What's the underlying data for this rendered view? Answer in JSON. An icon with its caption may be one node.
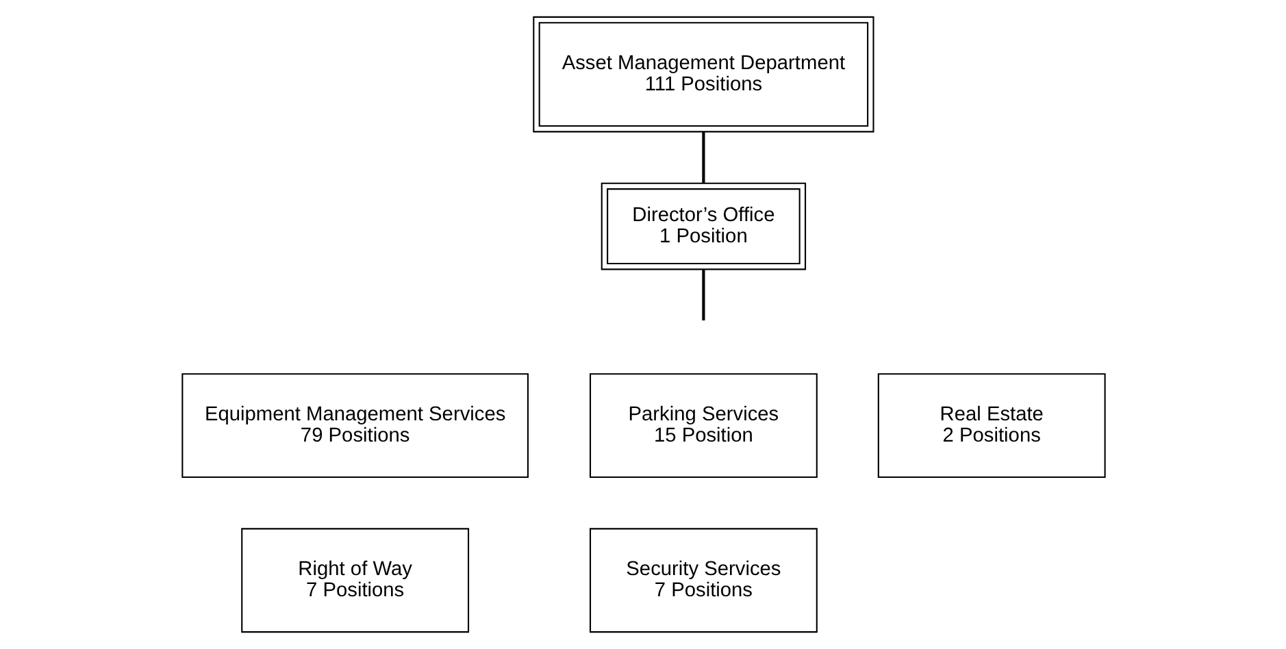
{
  "diagram": {
    "nodes": [
      {
        "text": [
          "Asset Management Department",
          "111 Positions"
        ]
      },
      {
        "text": [
          "Director’s Office",
          "1 Position"
        ]
      },
      {
        "text": [
          "Equipment Management Services",
          "79 Positions"
        ]
      },
      {
        "text": [
          "Parking Services",
          "15 Position"
        ]
      },
      {
        "text": [
          "Real Estate",
          "2 Positions"
        ]
      },
      {
        "text": [
          "Right of Way",
          "7 Positions"
        ]
      },
      {
        "text": [
          "Security Services",
          "7 Positions"
        ]
      }
    ],
    "edges": [
      {
        "from": 0,
        "to": 1,
        "arrow": "none"
      },
      {
        "from": 1,
        "to": null,
        "arrow": "none"
      }
    ]
  }
}
